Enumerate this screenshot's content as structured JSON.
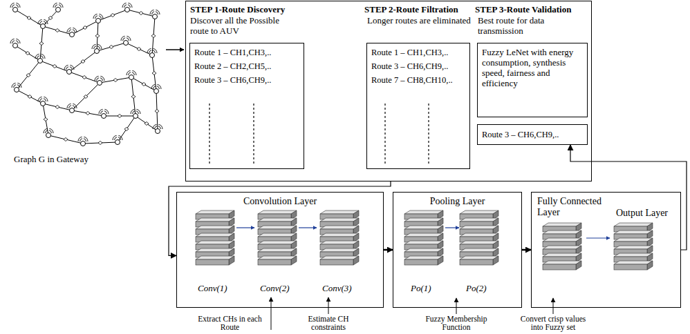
{
  "diagram": {
    "nodes": [
      {
        "text": []
      },
      {
        "text": [
          "STEP 1-Route Discovery",
          "Discover all the Possible route to AUV",
          "Route 1 – CH1,CH3,..",
          "Route 2 – CH2,CH5,..",
          "Route 3 – CH6,CH9,.."
        ],
        "in": 0
      },
      {
        "text": [
          "STEP 2-Route Filtration",
          "Longer routes are eliminated",
          "Route 1 – CH1,CH3,..",
          "Route 3 – CH6,CH9,..",
          "Route 7 – CH8,CH10,.."
        ],
        "in": 0
      },
      {
        "text": [
          "STEP 3-Route Validation",
          "Best route for data transmission",
          "Fuzzy LeNet with energy consumption, synthesis speed, fairness and efficiency"
        ],
        "in": 0
      },
      {
        "text": [
          "Route 3 – CH6,CH9,.."
        ],
        "in": 0
      },
      {
        "text": [
          "Convolution Layer",
          "Conv(1)",
          "Conv(2)",
          "Conv(3)"
        ]
      },
      {
        "text": [
          "Pooling Layer",
          "Po(1)",
          "Po(2)"
        ]
      },
      {
        "text": [
          "Fully Connected Layer",
          "Output Layer"
        ]
      }
    ],
    "edges": [
      {
        "from": 0,
        "to": 5,
        "arrow": "to"
      },
      {
        "from": 5,
        "to": 6,
        "arrow": "to"
      },
      {
        "from": 6,
        "to": 7,
        "arrow": "to"
      },
      {
        "from": 7,
        "to": 4,
        "arrow": "to"
      }
    ],
    "labels": [
      "Graph G in Gateway",
      "Extract CHs in each Route",
      "Estimate CH constraints",
      "Fuzzy Membership Function",
      "Convert crisp values into Fuzzy set"
    ]
  }
}
